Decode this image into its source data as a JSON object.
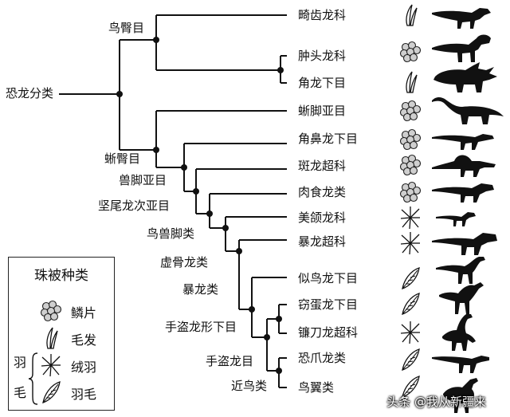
{
  "root_label": "恐龙分类",
  "clades": {
    "ornithischia": "鸟臀目",
    "saurischia": "蜥臀目",
    "theropoda": "兽脚亚目",
    "tetanurae": "坚尾龙次亚目",
    "avetheropoda": "鸟兽脚类",
    "coelurosauria": "虚骨龙类",
    "tyrannoraptora": "暴龙类",
    "maniraptoriformes": "手盗龙形下目",
    "maniraptora": "手盗龙目",
    "paraves": "近鸟类"
  },
  "taxa": [
    {
      "name": "畸齿龙科",
      "covering": "hair"
    },
    {
      "name": "肿头龙科",
      "covering": "scales"
    },
    {
      "name": "角龙下目",
      "covering": "hair"
    },
    {
      "name": "蜥脚亚目",
      "covering": "scales"
    },
    {
      "name": "角鼻龙下目",
      "covering": "scales"
    },
    {
      "name": "斑龙超科",
      "covering": "scales"
    },
    {
      "name": "肉食龙类",
      "covering": "scales"
    },
    {
      "name": "美颌龙科",
      "covering": "down"
    },
    {
      "name": "暴龙超科",
      "covering": "down"
    },
    {
      "name": "似鸟龙下目",
      "covering": "feather"
    },
    {
      "name": "窃蛋龙下目",
      "covering": "feather"
    },
    {
      "name": "镰刀龙超科",
      "covering": "down"
    },
    {
      "name": "恐爪龙类",
      "covering": "feather"
    },
    {
      "name": "鸟翼类",
      "covering": "feather"
    }
  ],
  "legend": {
    "title": "珠被种类",
    "scales": "鳞片",
    "hair": "毛发",
    "down": "绒羽",
    "feather": "羽毛",
    "group_top": "羽",
    "group_bottom": "毛"
  },
  "watermark": "头条 @我从新疆来"
}
